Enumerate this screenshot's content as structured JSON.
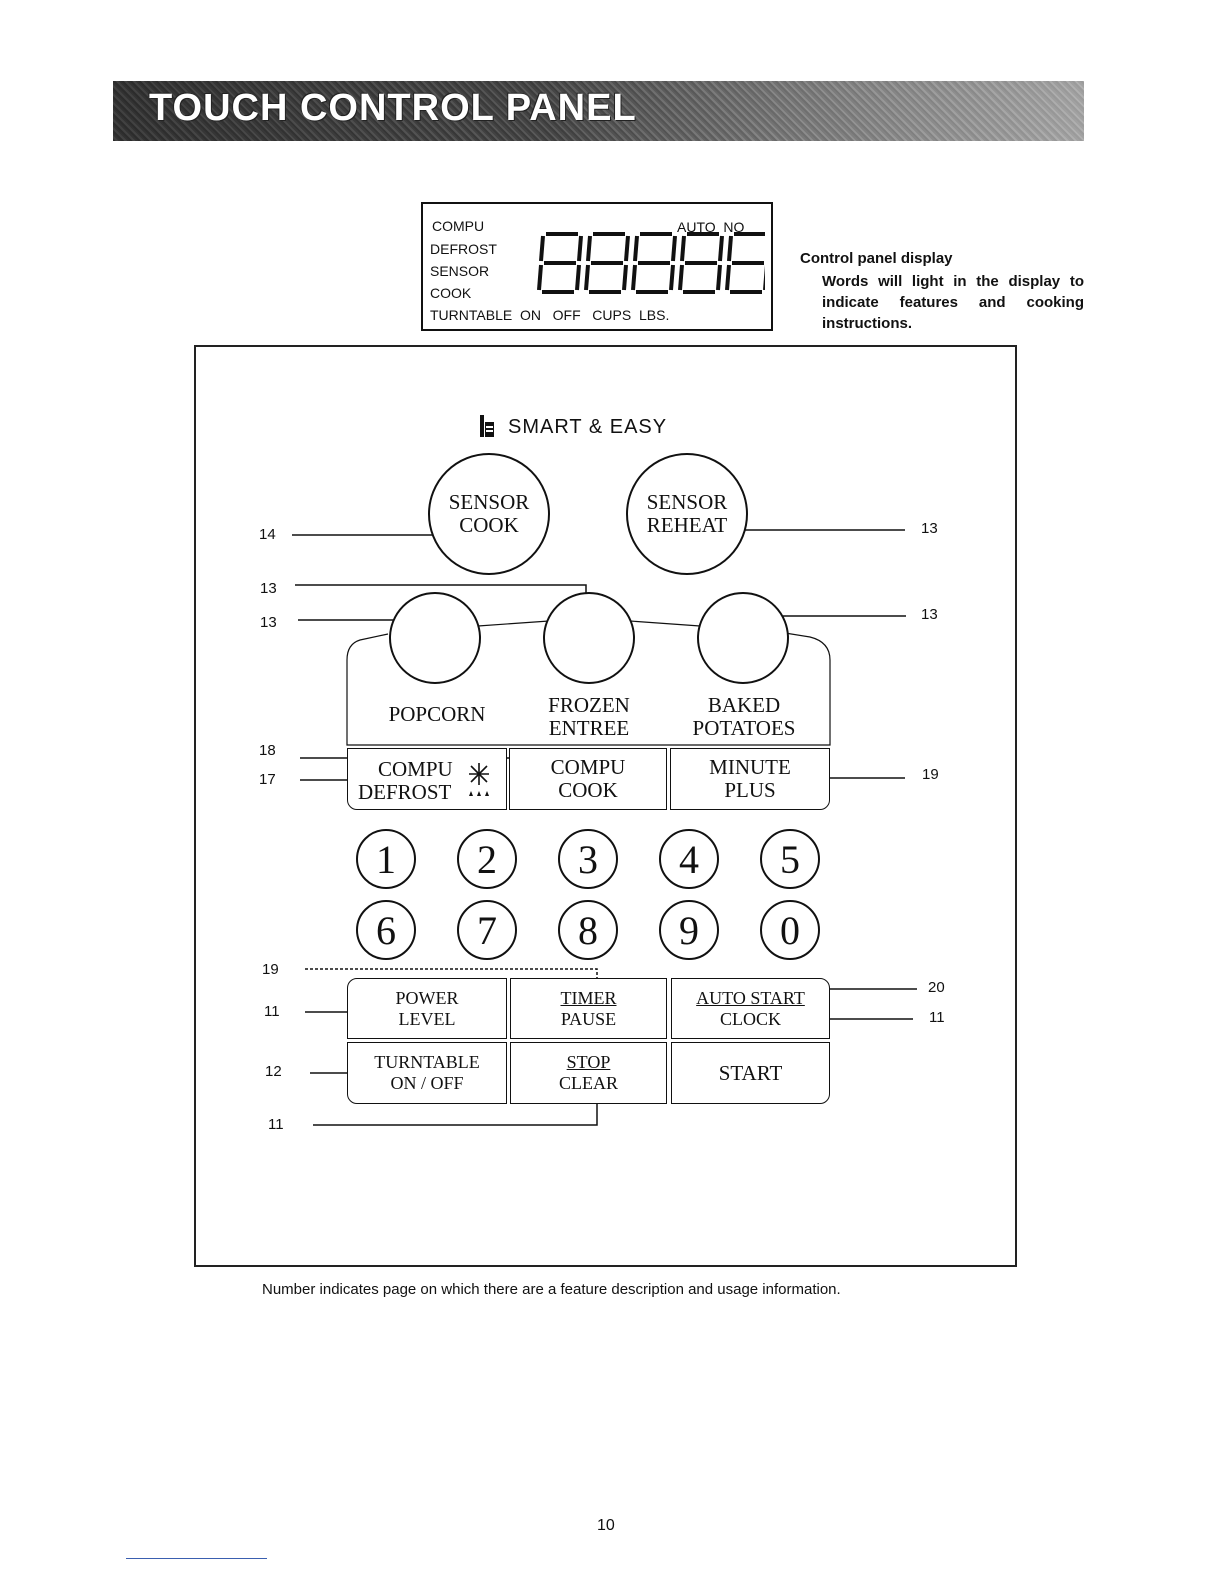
{
  "header": {
    "title": "TOUCH CONTROL PANEL"
  },
  "display": {
    "top_left": "COMPU",
    "left_labels": [
      "DEFROST",
      "SENSOR",
      "COOK"
    ],
    "top_right": "AUTO  NO",
    "bottom": "TURNTABLE  ON   OFF   CUPS  LBS.",
    "digits": "88888"
  },
  "display_note": {
    "title": "Control panel display",
    "body": "Words will light in the display to indicate features and cooking instructions."
  },
  "panel": {
    "brand": "SMART & EASY",
    "sensor_cook": {
      "line1": "SENSOR",
      "line2": "COOK"
    },
    "sensor_reheat": {
      "line1": "SENSOR",
      "line2": "REHEAT"
    },
    "popcorn": "POPCORN",
    "frozen_entree": {
      "line1": "FROZEN",
      "line2": "ENTREE"
    },
    "baked_potatoes": {
      "line1": "BAKED",
      "line2": "POTATOES"
    },
    "compu_defrost": {
      "line1": "COMPU",
      "line2": "DEFROST"
    },
    "compu_cook": {
      "line1": "COMPU",
      "line2": "COOK"
    },
    "minute_plus": {
      "line1": "MINUTE",
      "line2": "PLUS"
    },
    "number_keys": [
      "1",
      "2",
      "3",
      "4",
      "5",
      "6",
      "7",
      "8",
      "9",
      "0"
    ],
    "power_level": {
      "line1": "POWER",
      "line2": "LEVEL"
    },
    "timer_pause": {
      "line1": "TIMER",
      "line2": "PAUSE"
    },
    "autostart_clock": {
      "line1": "AUTO START",
      "line2": "CLOCK"
    },
    "turntable": {
      "line1": "TURNTABLE",
      "line2": "ON / OFF"
    },
    "stop_clear": {
      "line1": "STOP",
      "line2": "CLEAR"
    },
    "start": "START"
  },
  "callouts": {
    "sensor_cook": "14",
    "sensor_reheat": "13",
    "frozen_entree": "13",
    "popcorn": "13",
    "baked_potatoes": "13",
    "compu_cook": "18",
    "compu_defrost": "17",
    "minute_plus": "19",
    "timer": "19",
    "power_level": "11",
    "auto_start": "20",
    "clock": "11",
    "turntable": "12",
    "stop_clear": "11"
  },
  "footnote": "Number indicates page on which there are a feature description and usage information.",
  "page_number": "10"
}
